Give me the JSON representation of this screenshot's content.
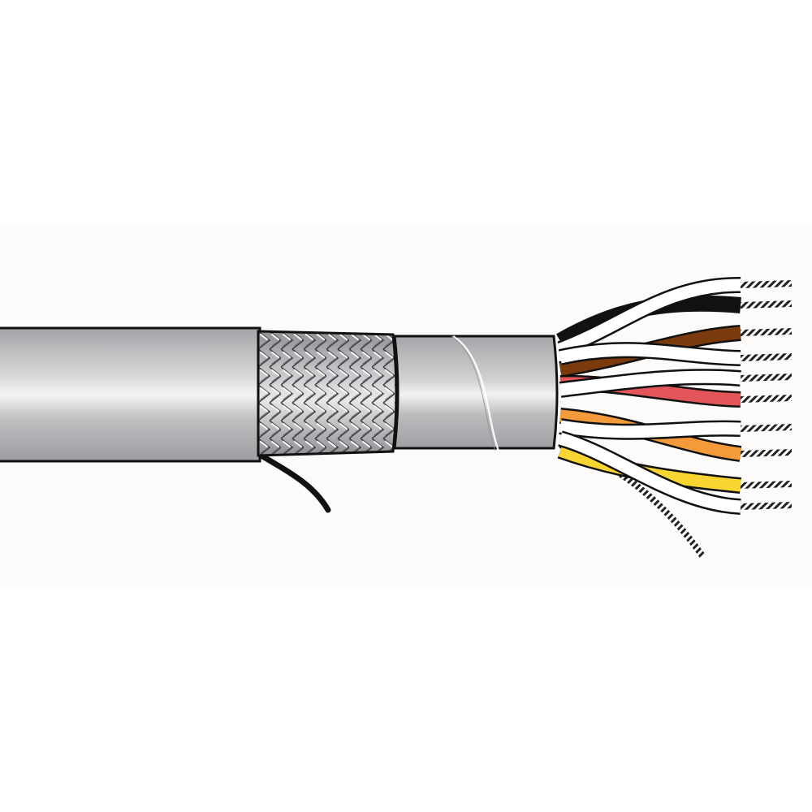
{
  "image": {
    "subject": "multi-pair-shielded-cable-cutaway",
    "background": "#ffffff",
    "band": "#fdfbfa"
  },
  "layers": [
    {
      "name": "outer-jacket",
      "color": "#b9babc"
    },
    {
      "name": "braid-shield",
      "color": "#aeb0b3"
    },
    {
      "name": "foil-shield",
      "color": "#b3b4b6"
    },
    {
      "name": "drain-wire",
      "color": "#111111"
    }
  ],
  "pairs": [
    {
      "name": "black-white-pair",
      "colors": [
        "#ffffff",
        "#111111"
      ]
    },
    {
      "name": "brown-white-pair",
      "colors": [
        "#ffffff",
        "#7a3a0c"
      ]
    },
    {
      "name": "red-white-pair",
      "colors": [
        "#ffffff",
        "#e2565a"
      ]
    },
    {
      "name": "orange-white-pair",
      "colors": [
        "#ffffff",
        "#f49a3a"
      ]
    },
    {
      "name": "yellow-white-pair",
      "colors": [
        "#ffffff",
        "#f9d531"
      ]
    }
  ]
}
